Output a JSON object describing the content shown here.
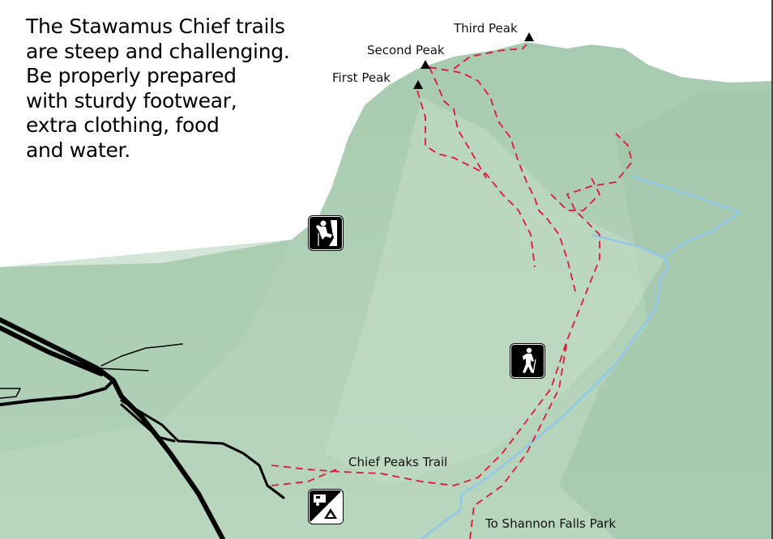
{
  "intro": {
    "lines": [
      "The Stawamus Chief trails",
      "are steep and challenging.",
      "Be properly prepared",
      "with sturdy footwear,",
      "extra clothing, food",
      "and water."
    ]
  },
  "peaks": {
    "first": "First Peak",
    "second": "Second Peak",
    "third": "Third Peak"
  },
  "trail_label": "Chief Peaks Trail",
  "destination_label": "To Shannon Falls Park",
  "icons": [
    "rock-climbing-icon",
    "hiking-icon",
    "camping-rv-icon",
    "peak-marker-icon"
  ],
  "colors": {
    "terrain": "#b5d3bb",
    "terrain_dark": "#9fc4a8",
    "trail": "#e0163a",
    "river": "#8fc8ea",
    "road": "#000000"
  }
}
